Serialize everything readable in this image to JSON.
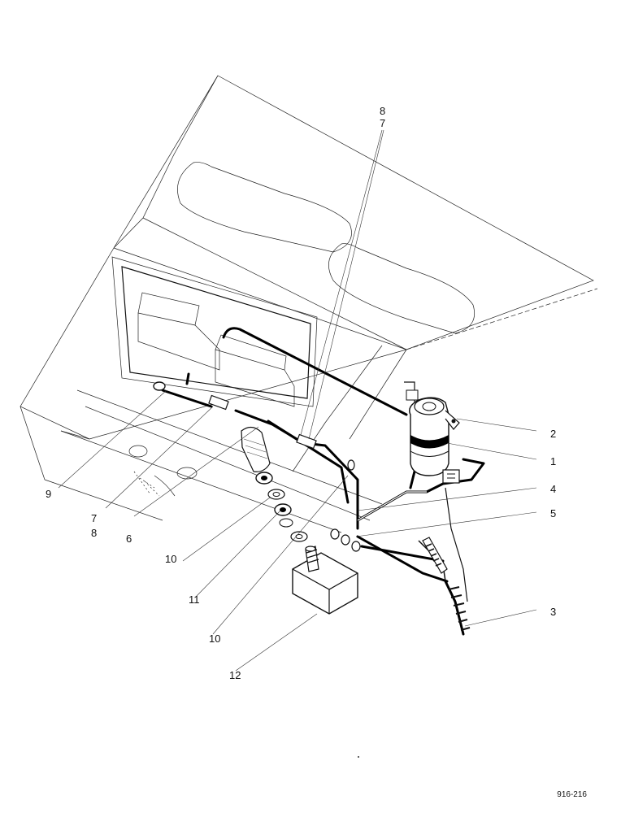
{
  "callouts": [
    {
      "id": "c8top",
      "text": "8"
    },
    {
      "id": "c7top",
      "text": "7"
    },
    {
      "id": "c2",
      "text": "2"
    },
    {
      "id": "c1",
      "text": "1"
    },
    {
      "id": "c4",
      "text": "4"
    },
    {
      "id": "c5",
      "text": "5"
    },
    {
      "id": "c3",
      "text": "3"
    },
    {
      "id": "c9",
      "text": "9"
    },
    {
      "id": "c7l",
      "text": "7"
    },
    {
      "id": "c8l",
      "text": "8"
    },
    {
      "id": "c6",
      "text": "6"
    },
    {
      "id": "c10a",
      "text": "10"
    },
    {
      "id": "c11",
      "text": "11"
    },
    {
      "id": "c10b",
      "text": "10"
    },
    {
      "id": "c12",
      "text": "12"
    }
  ],
  "figure_ref": "916-216"
}
